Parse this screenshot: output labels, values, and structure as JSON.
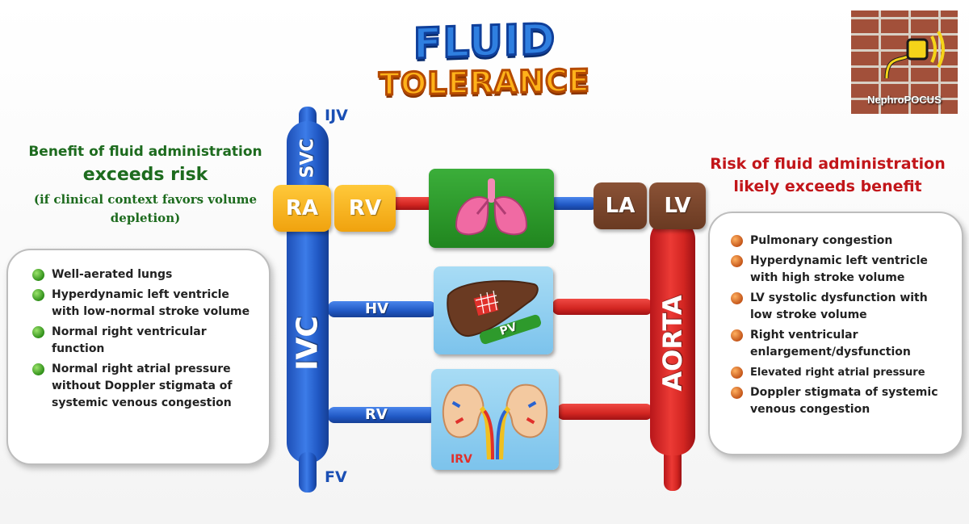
{
  "title": {
    "line1": "FLUID",
    "line2": "TOLERANCE"
  },
  "logo": {
    "text": "NephroPOCUS"
  },
  "left": {
    "heading_line1": "Benefit of fluid administration",
    "heading_line2": "exceeds risk",
    "subheading": "(if clinical context favors volume depletion)",
    "items": [
      "Well-aerated lungs",
      "Hyperdynamic left ventricle with low-normal stroke volume",
      "Normal right ventricular function",
      "Normal right atrial pressure without Doppler stigmata of systemic venous congestion"
    ]
  },
  "right": {
    "heading_line1": "Risk of fluid administration",
    "heading_line2": "likely exceeds benefit",
    "items": [
      "Pulmonary congestion",
      "Hyperdynamic left ventricle with high stroke volume",
      "LV systolic dysfunction with low stroke volume",
      "Right ventricular enlargement/dysfunction",
      "Elevated right atrial pressure",
      "Doppler stigmata of systemic venous congestion"
    ]
  },
  "diagram": {
    "ijv": "IJV",
    "svc": "SVC",
    "ivc": "IVC",
    "fv": "FV",
    "ra": "RA",
    "rv_chamber": "RV",
    "la": "LA",
    "lv": "LV",
    "aorta": "AORTA",
    "hv": "HV",
    "renal_vein": "RV",
    "pv": "PV",
    "irv": "IRV"
  },
  "colors": {
    "venous": "#2a63d0",
    "arterial": "#e0302b",
    "benefit_green": "#1d6b1e",
    "risk_red": "#c2161a",
    "right_heart": "#f5b022",
    "left_heart": "#7a4428"
  }
}
